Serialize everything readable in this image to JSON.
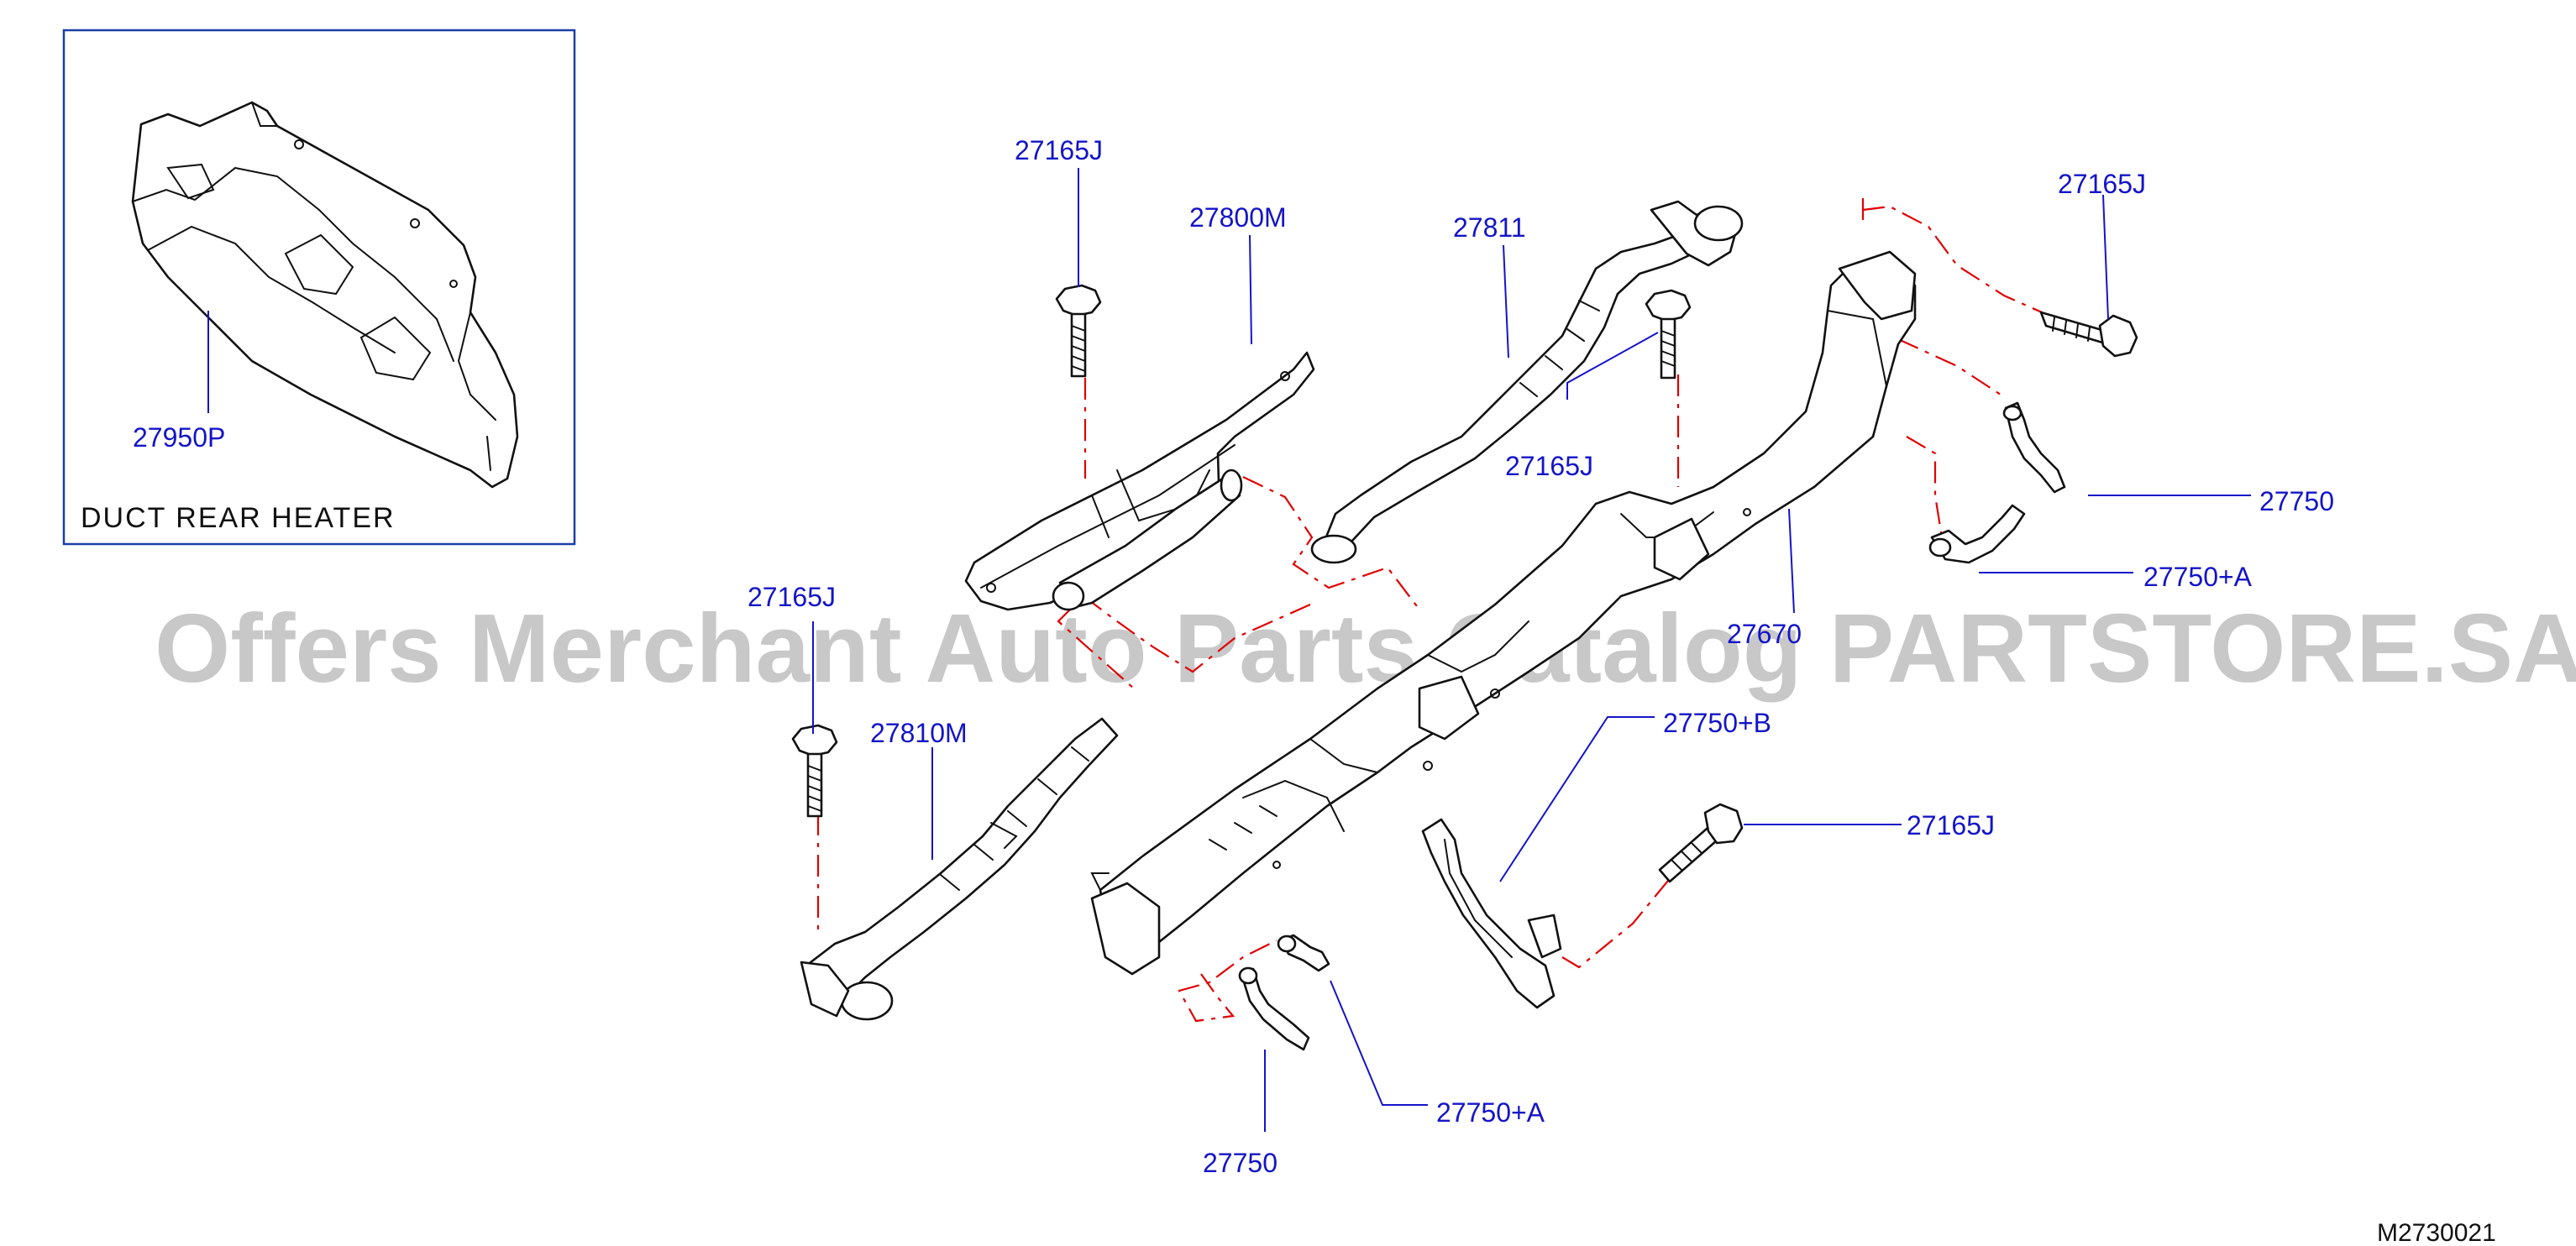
{
  "inset": {
    "title": "DUCT   REAR   HEATER",
    "part_label": "27950P"
  },
  "labels": [
    {
      "id": "l1",
      "text": "27165J"
    },
    {
      "id": "l2",
      "text": "27800M"
    },
    {
      "id": "l3",
      "text": "27811"
    },
    {
      "id": "l4",
      "text": "27165J"
    },
    {
      "id": "l5",
      "text": "27165J"
    },
    {
      "id": "l6",
      "text": "27750"
    },
    {
      "id": "l7",
      "text": "27750+A"
    },
    {
      "id": "l8",
      "text": "27165J"
    },
    {
      "id": "l9",
      "text": "27810M"
    },
    {
      "id": "l10",
      "text": "27670"
    },
    {
      "id": "l11",
      "text": "27750+B"
    },
    {
      "id": "l12",
      "text": "27165J"
    },
    {
      "id": "l13",
      "text": "27750+A"
    },
    {
      "id": "l14",
      "text": "27750"
    }
  ],
  "diagram_code": "M2730021",
  "watermark": "Offers Merchant Auto Parts Catalog PARTSTORE.SA",
  "colors": {
    "label": "#1414c8",
    "centerline": "#e00000",
    "line": "#111111",
    "watermark": "#9a9a9a"
  }
}
